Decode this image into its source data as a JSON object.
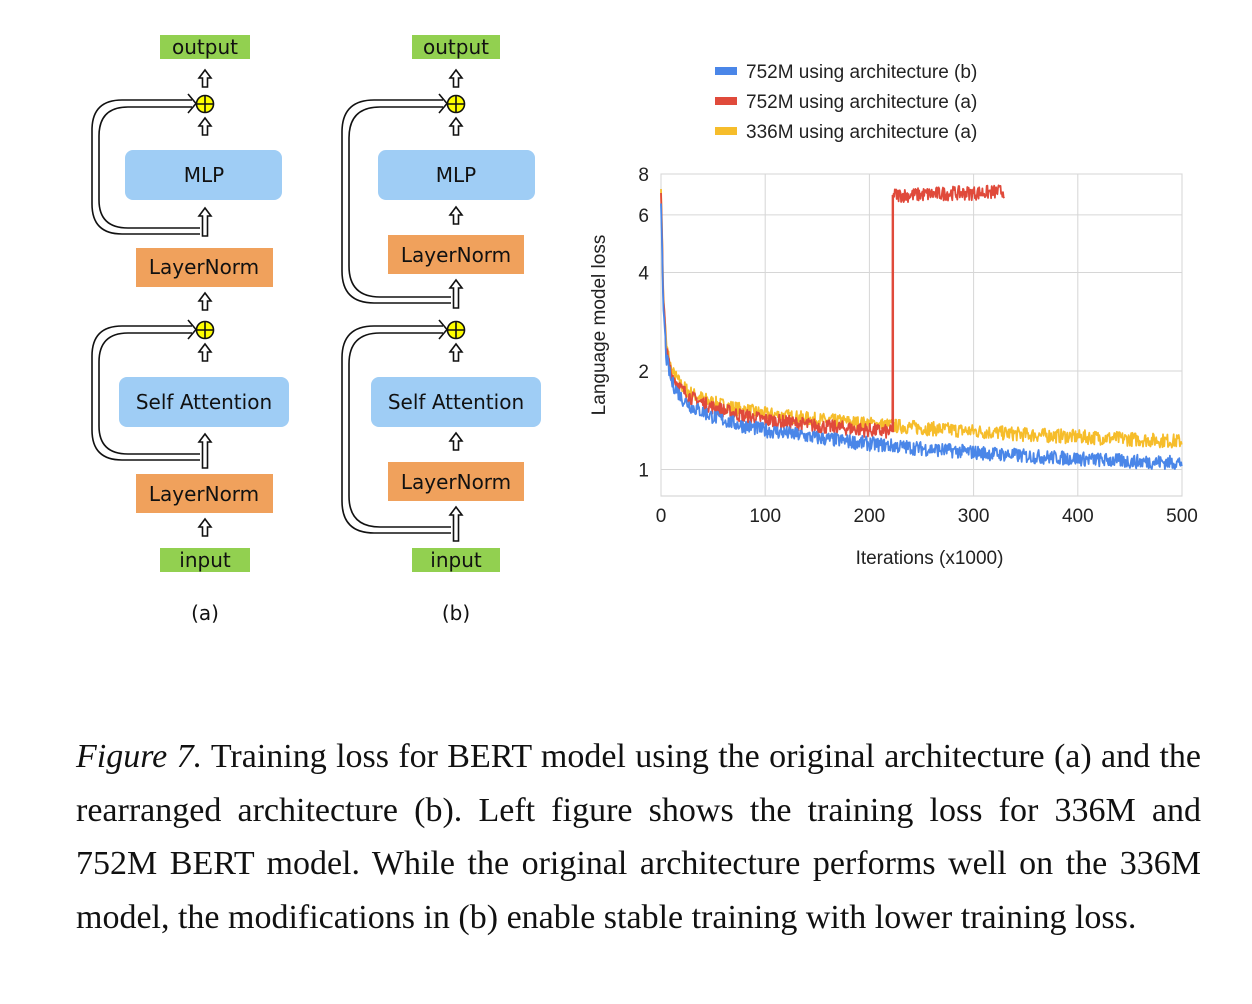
{
  "diagrams": [
    {
      "id": "a",
      "sublabel": "(a)",
      "blocks": {
        "output": "output",
        "mlp": "MLP",
        "layernorm_top": "LayerNorm",
        "self_attention": "Self Attention",
        "layernorm_bottom": "LayerNorm",
        "input": "input"
      }
    },
    {
      "id": "b",
      "sublabel": "(b)",
      "blocks": {
        "output": "output",
        "mlp": "MLP",
        "layernorm_top": "LayerNorm",
        "self_attention": "Self Attention",
        "layernorm_bottom": "LayerNorm",
        "input": "input"
      }
    }
  ],
  "colors": {
    "io_block": "#92d050",
    "layernorm_block": "#f0a15c",
    "sublayer_block": "#9fcdf5",
    "add_node": "#ffff00",
    "series_b_752M": "#4a86e8",
    "series_a_752M": "#e04a3b",
    "series_a_336M": "#f6bd2b"
  },
  "chart_data": {
    "type": "line",
    "title": "",
    "xlabel": "Iterations (x1000)",
    "ylabel": "Language model loss",
    "xlim": [
      0,
      500
    ],
    "ylim": [
      0.83,
      8
    ],
    "yscale": "log",
    "xticks": [
      "0",
      "100",
      "200",
      "300",
      "400",
      "500"
    ],
    "yticks": [
      "1",
      "2",
      "4",
      "6",
      "8"
    ],
    "grid": true,
    "legend_position": "top",
    "series": [
      {
        "name": "752M using architecture (b)",
        "color": "#4a86e8",
        "x": [
          0,
          2,
          5,
          10,
          20,
          30,
          50,
          75,
          100,
          150,
          200,
          250,
          300,
          350,
          400,
          450,
          500
        ],
        "y": [
          6.5,
          3.2,
          2.2,
          1.85,
          1.65,
          1.55,
          1.45,
          1.37,
          1.32,
          1.25,
          1.2,
          1.16,
          1.13,
          1.1,
          1.08,
          1.06,
          1.05
        ]
      },
      {
        "name": "752M using architecture (a)",
        "color": "#e04a3b",
        "x": [
          0,
          2,
          5,
          10,
          20,
          30,
          50,
          75,
          100,
          150,
          200,
          222,
          222.5,
          240,
          260,
          280,
          300,
          320,
          330
        ],
        "y": [
          7.0,
          3.4,
          2.3,
          1.95,
          1.75,
          1.65,
          1.55,
          1.47,
          1.42,
          1.36,
          1.32,
          1.3,
          6.9,
          6.9,
          6.95,
          7.0,
          7.0,
          7.05,
          7.1
        ]
      },
      {
        "name": "336M using architecture (a)",
        "color": "#f6bd2b",
        "x": [
          0,
          2,
          5,
          10,
          20,
          30,
          50,
          75,
          100,
          150,
          200,
          250,
          300,
          350,
          400,
          450,
          500
        ],
        "y": [
          7.2,
          3.5,
          2.4,
          2.0,
          1.8,
          1.7,
          1.6,
          1.53,
          1.48,
          1.42,
          1.38,
          1.34,
          1.31,
          1.28,
          1.26,
          1.24,
          1.22
        ]
      }
    ]
  },
  "caption": {
    "label": "Figure 7.",
    "text": "Training loss for BERT model using the original architecture (a) and the rearranged architecture (b). Left figure shows the training loss for 336M and 752M BERT model. While the original architecture performs well on the 336M model, the modifications in (b) enable stable training with lower training loss."
  }
}
